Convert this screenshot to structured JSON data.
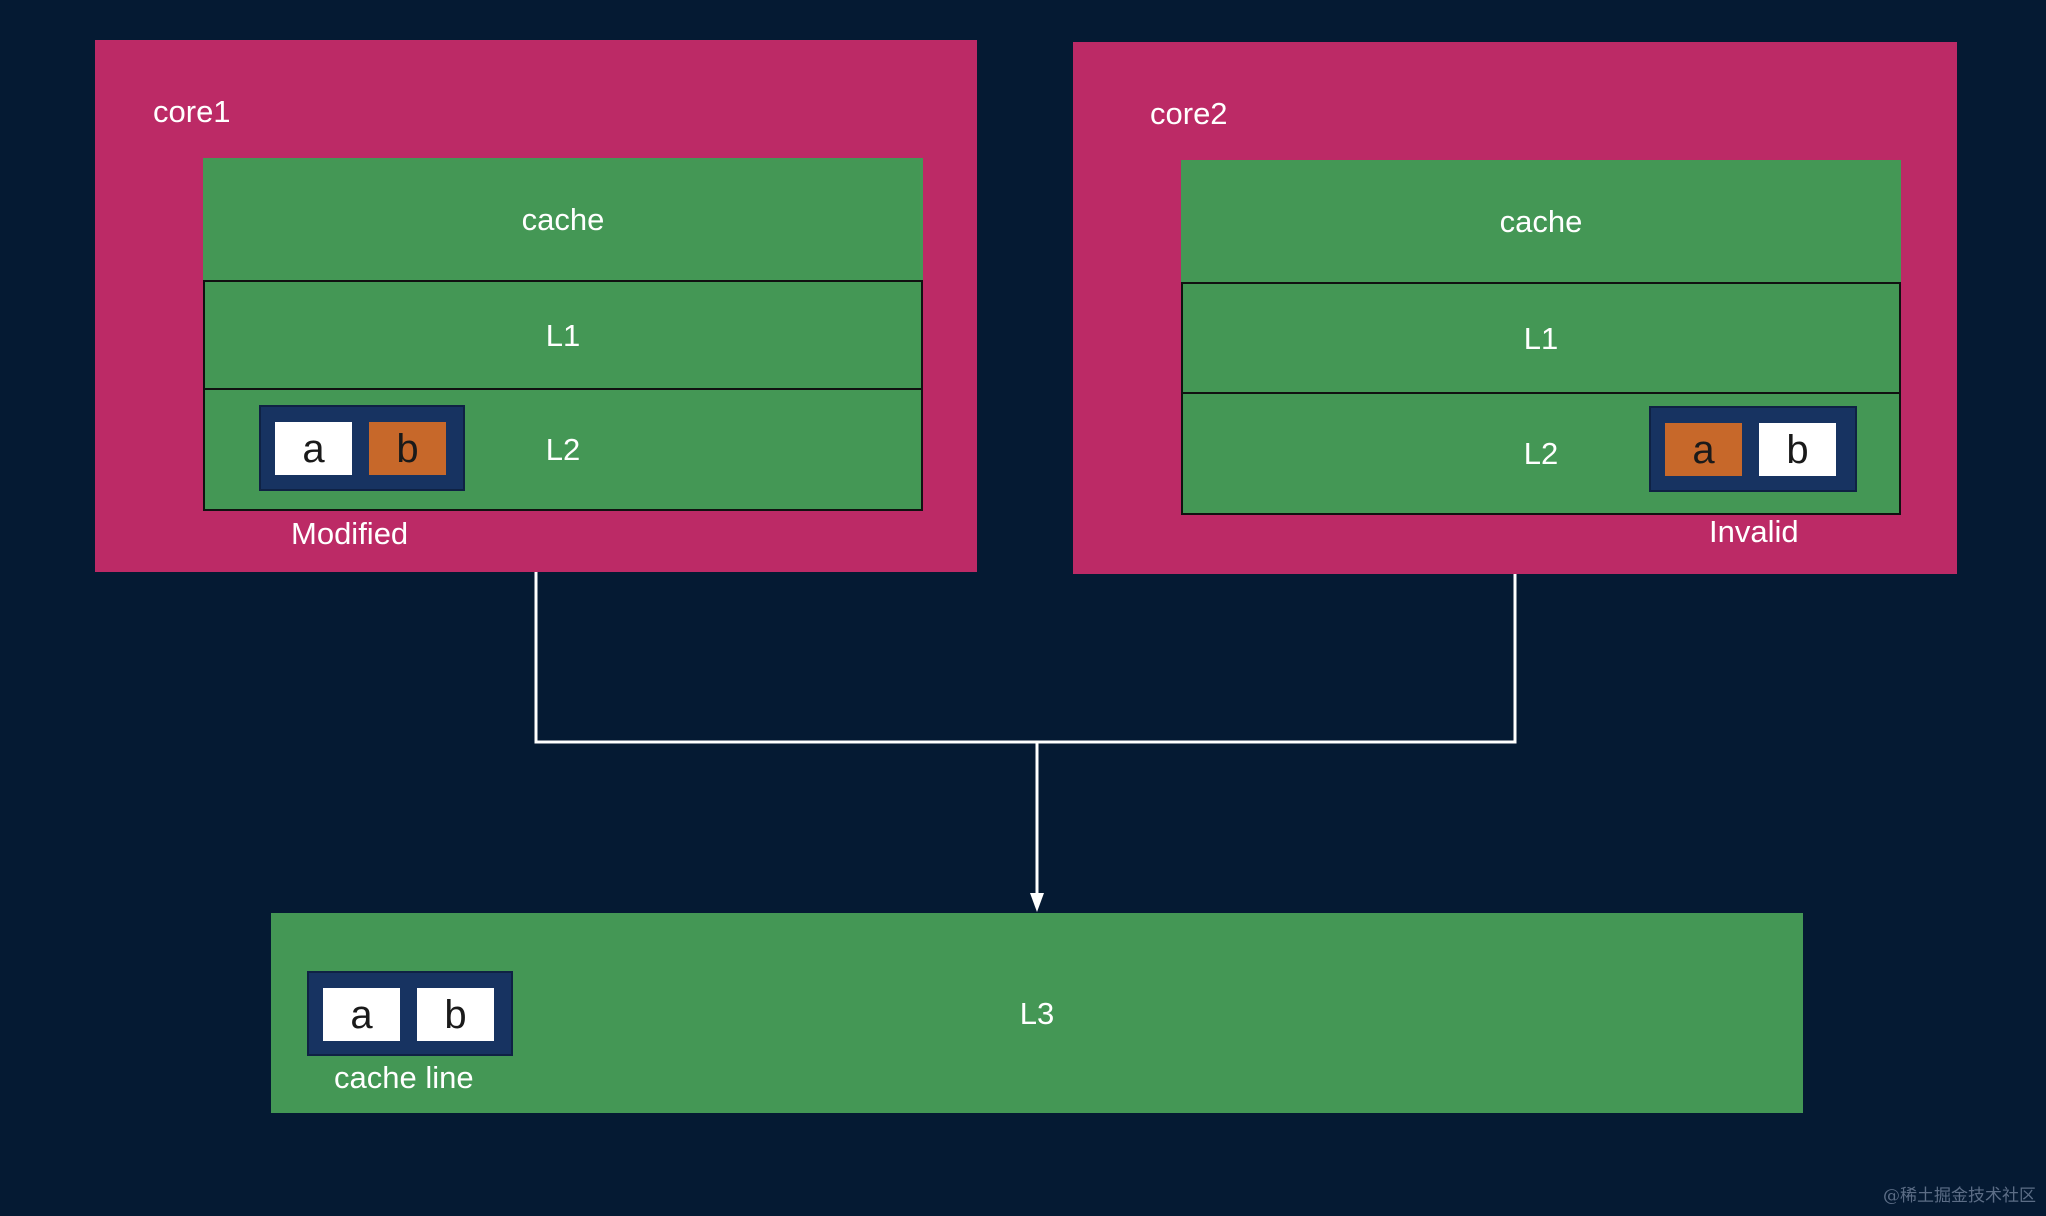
{
  "core1": {
    "label": "core1",
    "cache_label": "cache",
    "l1_label": "L1",
    "l2_label": "L2",
    "cache_line": {
      "cell_a": "a",
      "cell_b": "b",
      "highlighted": "b"
    },
    "state_label": "Modified"
  },
  "core2": {
    "label": "core2",
    "cache_label": "cache",
    "l1_label": "L1",
    "l2_label": "L2",
    "cache_line": {
      "cell_a": "a",
      "cell_b": "b",
      "highlighted": "a"
    },
    "state_label": "Invalid"
  },
  "l3": {
    "label": "L3",
    "cache_line": {
      "cell_a": "a",
      "cell_b": "b"
    },
    "cache_line_label": "cache line"
  },
  "watermark": "@稀土掘金技术社区",
  "colors": {
    "background": "#051a33",
    "core": "#bc2a66",
    "cache": "#449755",
    "cache_line_frame": "#173361",
    "highlight": "#c7682a",
    "cell": "#ffffff",
    "connector": "#ffffff"
  }
}
